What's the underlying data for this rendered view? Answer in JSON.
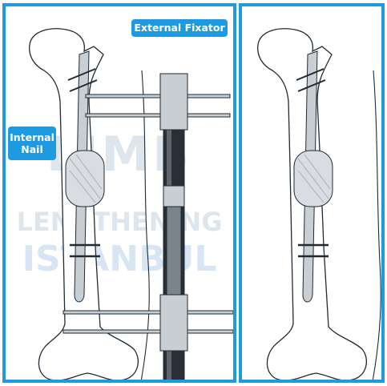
{
  "labels": {
    "external_fixator": "External Fixator",
    "internal_nail_line1": "Internal",
    "internal_nail_line2": "Nail"
  },
  "watermark": {
    "line1": "LIMB",
    "line2": "LENGTHENING",
    "line3": "ISTANBUL"
  },
  "colors": {
    "frame_blue": "#1e9be0",
    "callout_blue": "#1e9be0",
    "bone_outline": "#1f2a33",
    "nail_gray": "#c9ced3",
    "fixator_dark": "#2a2f35"
  }
}
